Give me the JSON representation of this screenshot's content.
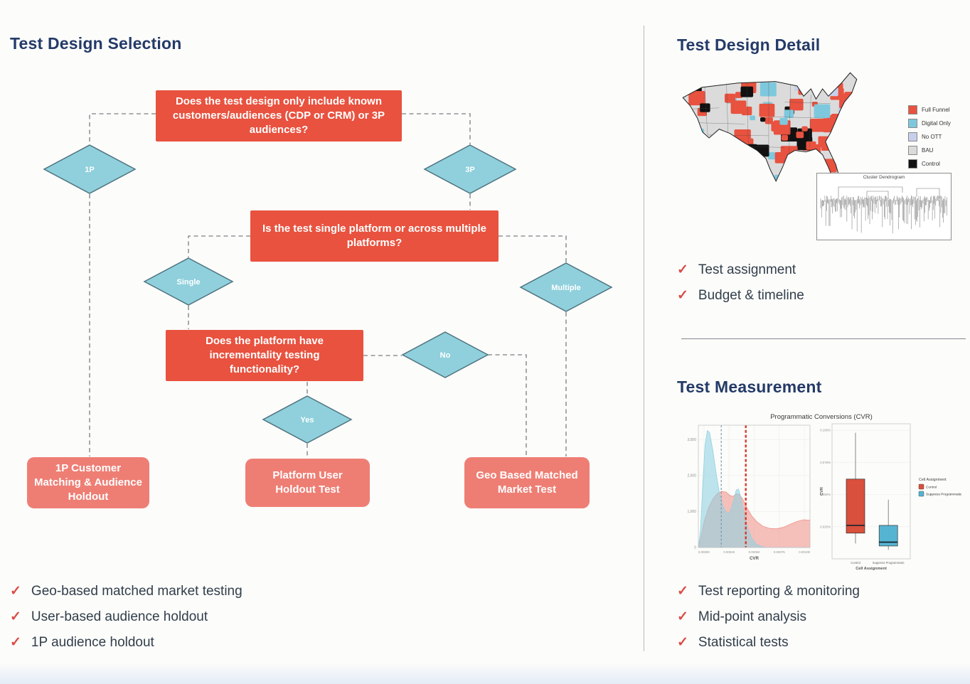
{
  "check_glyph": "✓",
  "left": {
    "title": "Test Design Selection",
    "flowchart": {
      "questions": [
        "Does the test design only include known customers/audiences (CDP or CRM) or 3P audiences?",
        "Is the test single platform or across multiple platforms?",
        "Does the platform have incrementality testing functionality?"
      ],
      "decisions": [
        "1P",
        "3P",
        "Single",
        "Multiple",
        "No",
        "Yes"
      ],
      "outcomes": [
        "1P Customer Matching & Audience Holdout",
        "Platform User Holdout Test",
        "Geo Based Matched Market Test"
      ]
    },
    "checklist": [
      "Geo-based matched market testing",
      "User-based audience holdout",
      "1P audience holdout"
    ]
  },
  "right": {
    "detail_title": "Test Design Detail",
    "detail_checklist": [
      "Test assignment",
      "Budget & timeline"
    ],
    "measurement_title": "Test Measurement",
    "measurement_checklist": [
      "Test reporting & monitoring",
      "Mid-point analysis",
      "Statistical tests"
    ]
  },
  "colors": {
    "question_box": "#E8523F",
    "outcome_box": "#EE7E74",
    "diamond_fill": "#8FD0DC",
    "diamond_stroke": "#4F7380",
    "heading": "#243A68",
    "check": "#DC4B45",
    "dashed_line": "#909498"
  },
  "chart_data": [
    {
      "type": "choropleth-map",
      "title": "",
      "legend": [
        {
          "label": "Full Funnel",
          "color": "#E8523F"
        },
        {
          "label": "Digital Only",
          "color": "#7EC8DD"
        },
        {
          "label": "No OTT",
          "color": "#C7CFEA"
        },
        {
          "label": "BAU",
          "color": "#DBDBDB"
        },
        {
          "label": "Control",
          "color": "#111111"
        }
      ]
    },
    {
      "type": "dendrogram",
      "title": "Cluster Dendrogram"
    },
    {
      "type": "area",
      "title": "Programmatic Conversions (CVR)",
      "xlabel": "CVR",
      "ylabel": "",
      "y_ticks": [
        "0",
        "1,000",
        "2,000",
        "3,000"
      ],
      "y_tick_values": [
        0,
        1000,
        2000,
        3000
      ],
      "y_max": 3400,
      "x_ticks": [
        "0.00000",
        "0.00025",
        "0.00050",
        "0.00075",
        "0.00100"
      ],
      "x_tick_fractions": [
        0.05,
        0.275,
        0.5,
        0.725,
        0.95
      ],
      "grid": true,
      "vlines": [
        {
          "x": 0.205,
          "color": "#6D93A8",
          "width": 1.1,
          "dash": "3,2.5"
        },
        {
          "x": 0.425,
          "color": "#D63A2A",
          "width": 2.4,
          "dash": "4,2.8"
        }
      ],
      "series": [
        {
          "name": "Control",
          "color": "#F0938B",
          "points": [
            [
              0,
              0
            ],
            [
              0.02,
              250
            ],
            [
              0.05,
              700
            ],
            [
              0.09,
              1100
            ],
            [
              0.13,
              1350
            ],
            [
              0.17,
              1500
            ],
            [
              0.21,
              1560
            ],
            [
              0.25,
              1540
            ],
            [
              0.28,
              1450
            ],
            [
              0.31,
              1420
            ],
            [
              0.34,
              1490
            ],
            [
              0.37,
              1470
            ],
            [
              0.4,
              1330
            ],
            [
              0.44,
              1080
            ],
            [
              0.48,
              870
            ],
            [
              0.53,
              700
            ],
            [
              0.58,
              590
            ],
            [
              0.64,
              530
            ],
            [
              0.7,
              520
            ],
            [
              0.76,
              560
            ],
            [
              0.82,
              640
            ],
            [
              0.88,
              720
            ],
            [
              0.94,
              770
            ],
            [
              1,
              760
            ]
          ]
        },
        {
          "name": "Suppress Programmatic",
          "color": "#8FD2E2",
          "points": [
            [
              0,
              0
            ],
            [
              0.02,
              500
            ],
            [
              0.04,
              1800
            ],
            [
              0.06,
              2850
            ],
            [
              0.08,
              3250
            ],
            [
              0.1,
              3200
            ],
            [
              0.13,
              2700
            ],
            [
              0.16,
              2050
            ],
            [
              0.19,
              1500
            ],
            [
              0.22,
              1150
            ],
            [
              0.25,
              980
            ],
            [
              0.28,
              950
            ],
            [
              0.31,
              1250
            ],
            [
              0.34,
              1600
            ],
            [
              0.36,
              1620
            ],
            [
              0.38,
              1400
            ],
            [
              0.41,
              950
            ],
            [
              0.44,
              550
            ],
            [
              0.48,
              250
            ],
            [
              0.52,
              90
            ],
            [
              0.57,
              20
            ],
            [
              0.62,
              0
            ],
            [
              1,
              0
            ]
          ]
        }
      ]
    },
    {
      "type": "box",
      "title": "",
      "xlabel": "Cell Assignment",
      "ylabel": "CVR",
      "categories": [
        "Control",
        "Suppress Programmatic"
      ],
      "y_ticks": [
        "0.025%",
        "0.050%",
        "0.075%",
        "0.100%"
      ],
      "y_tick_values": [
        0.025,
        0.05,
        0.075,
        0.1
      ],
      "y_max": 0.105,
      "boxes": [
        {
          "label": "Control",
          "color": "#D9503C",
          "lo": 0.012,
          "q1": 0.02,
          "median": 0.026,
          "q3": 0.062,
          "hi": 0.098
        },
        {
          "label": "Suppress Programmatic",
          "color": "#56B4D3",
          "lo": 0.007,
          "q1": 0.01,
          "median": 0.013,
          "q3": 0.026,
          "hi": 0.046
        }
      ],
      "legend": {
        "title": "Cell Assignment",
        "entries": [
          {
            "label": "Control",
            "color": "#D9503C"
          },
          {
            "label": "Suppress Programmatic",
            "color": "#56B4D3"
          }
        ]
      }
    }
  ]
}
